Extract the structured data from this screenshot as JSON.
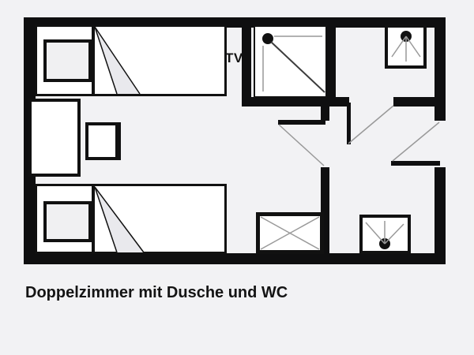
{
  "caption": "Doppelzimmer mit Dusche und WC",
  "labels": {
    "tv": "TV"
  },
  "colors": {
    "bg": "#f2f2f4",
    "wall": "#0f0f10",
    "outline": "#111111",
    "fill": "#ffffff",
    "pillow": "#f0f0f2",
    "blanket": "#e9e9ed",
    "detail": "#999999",
    "showerline": "#3c3c3c"
  },
  "fixture_icons": {
    "shower": "square-tray-with-drain-dot-and-diagonal",
    "washbasin": "square-with-tap-dot-and-three-spray-lines-down",
    "wc": "square-with-dot-and-three-spray-lines-up",
    "wardrobe": "rectangle-with-x-cross",
    "bed": "rectangle-with-pillow-and-folded-blanket",
    "desk": "rectangle-against-wall",
    "chair": "small-square-with-backrest-line",
    "door": "leaf-bar-with-gray-swing-line"
  }
}
